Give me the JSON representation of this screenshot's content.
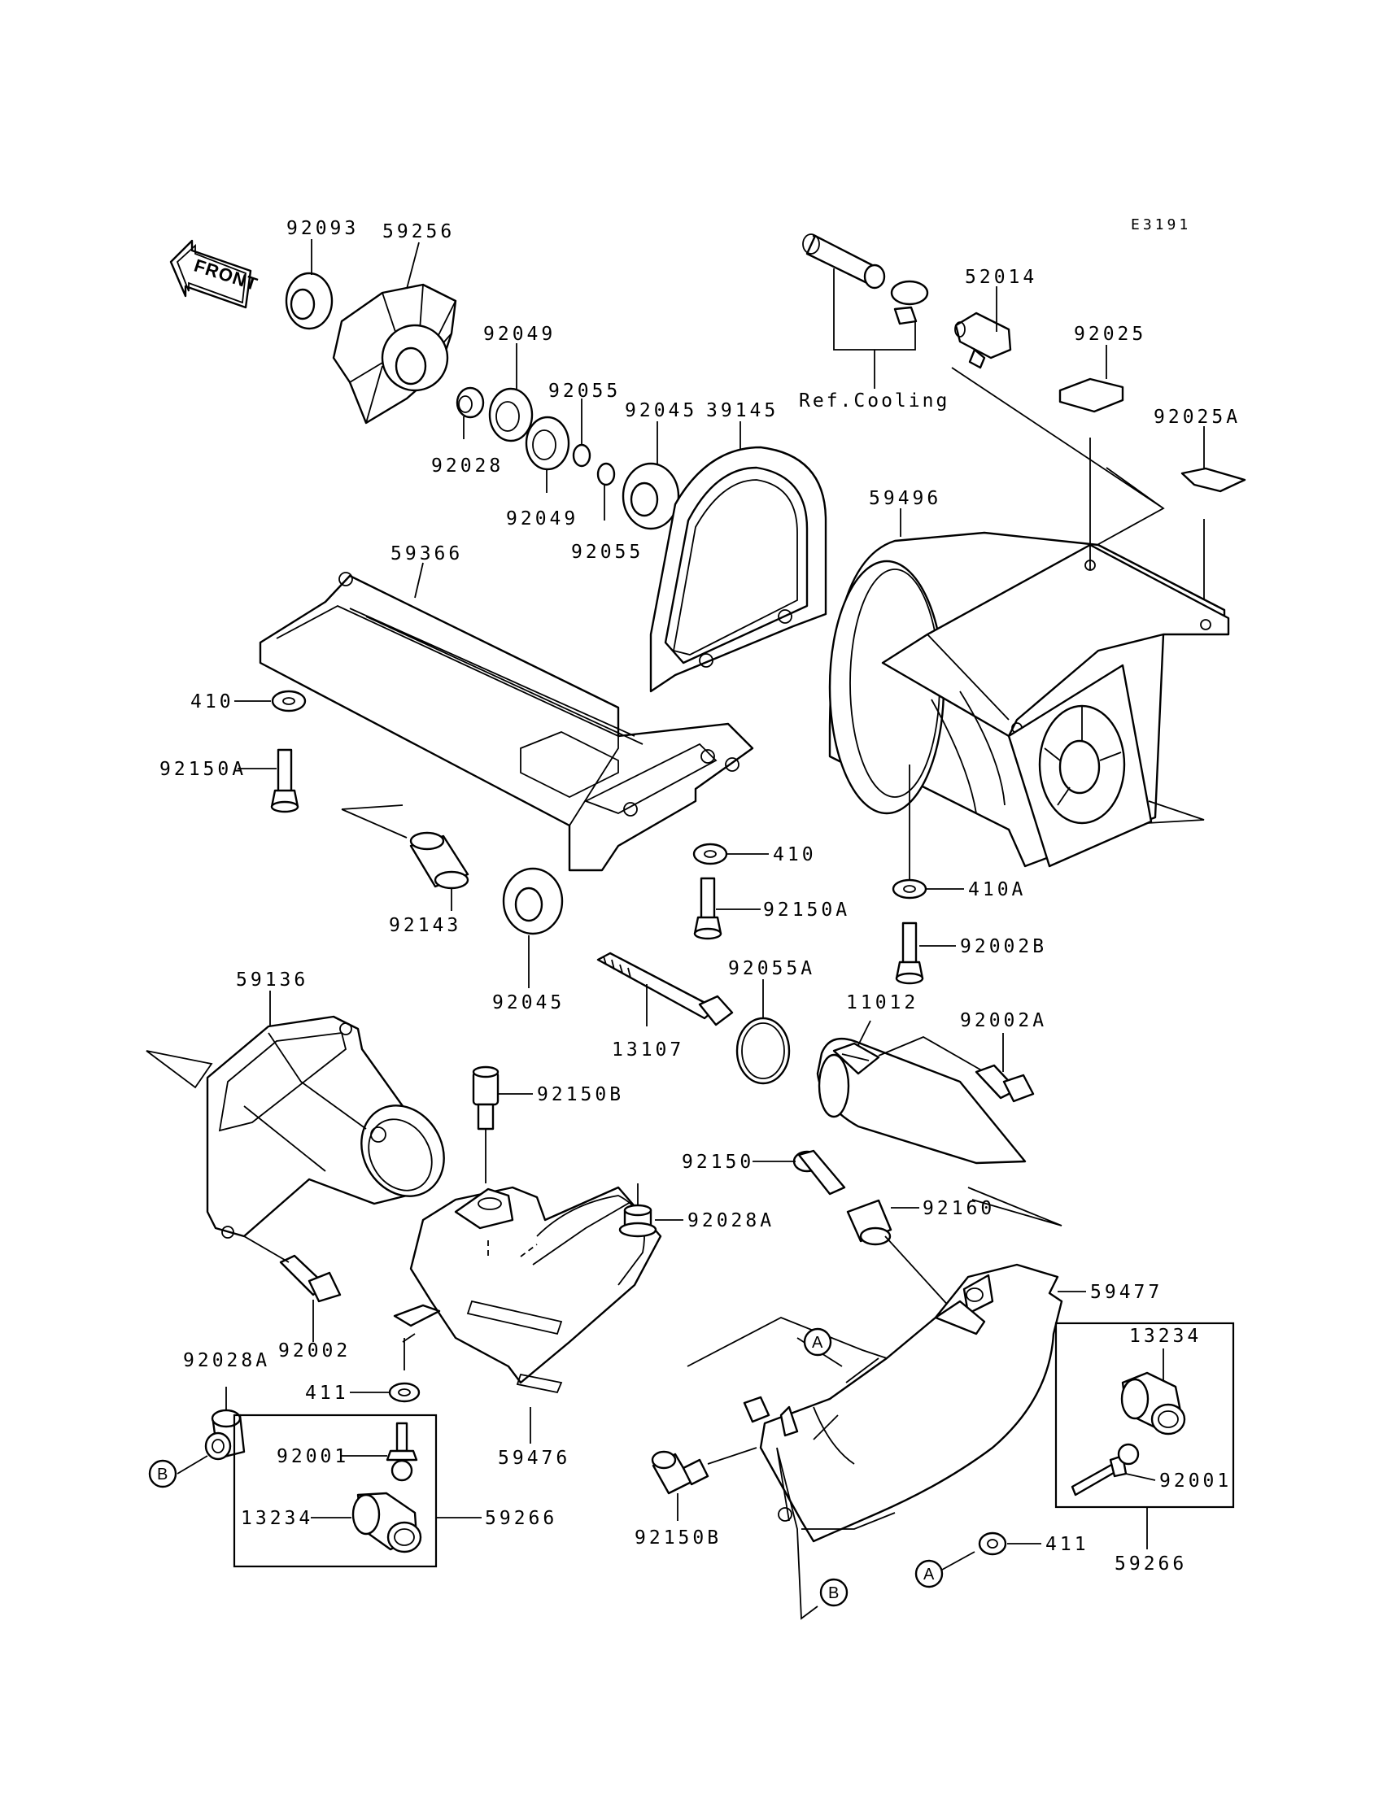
{
  "drawing_code": "E3191",
  "front_label": "FRONT",
  "ref_cooling": "Ref.Cooling",
  "markers": {
    "a": "A",
    "b": "B"
  },
  "labels": {
    "p92093": "92093",
    "p59256": "59256",
    "p92049_top": "92049",
    "p92055_top": "92055",
    "p92045_top": "92045",
    "p39145": "39145",
    "p92028": "92028",
    "p92049_bot": "92049",
    "p92055_bot": "92055",
    "p52014": "52014",
    "p92025": "92025",
    "p92025A": "92025A",
    "p59496": "59496",
    "p59366": "59366",
    "p410_left": "410",
    "p92150A_left": "92150A",
    "p410_mid": "410",
    "p92150A_mid": "92150A",
    "p410A": "410A",
    "p92002B": "92002B",
    "p92143": "92143",
    "p92045_bot": "92045",
    "p92055A": "92055A",
    "p11012": "11012",
    "p92002A": "92002A",
    "p59136": "59136",
    "p13107": "13107",
    "p92150B_top": "92150B",
    "p92150": "92150",
    "p92160": "92160",
    "p92028A_mid": "92028A",
    "p59477": "59477",
    "p92002": "92002",
    "p92028A_left": "92028A",
    "p411_left": "411",
    "p59476": "59476",
    "p92001_left": "92001",
    "p13234_left": "13234",
    "p59266_left": "59266",
    "p92150B_bot": "92150B",
    "p411_right": "411",
    "p13234_right": "13234",
    "p92001_right": "92001",
    "p59266_right": "59266"
  }
}
